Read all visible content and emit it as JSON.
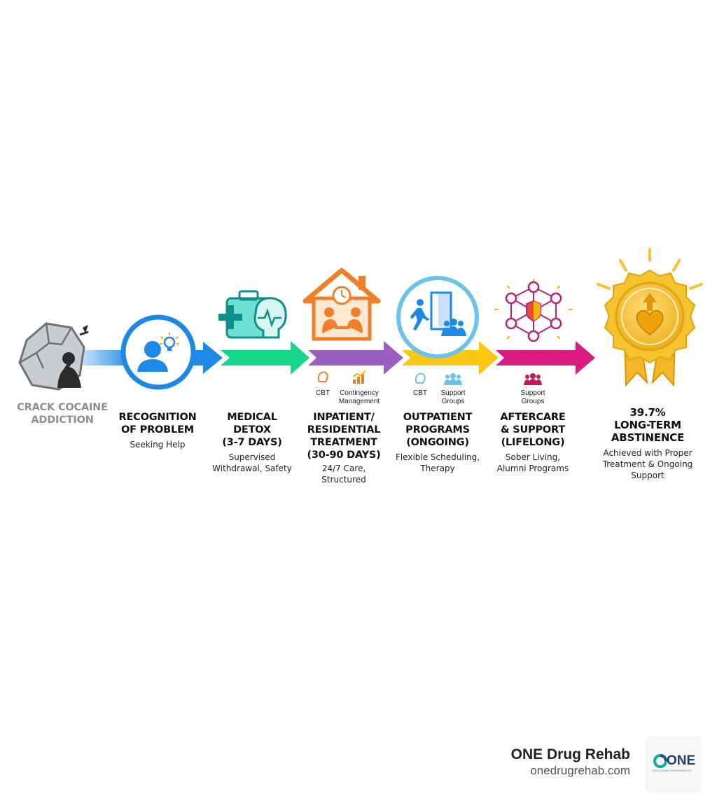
{
  "start": {
    "label": "CRACK COCAINE\nADDICTION"
  },
  "stages": [
    {
      "title": "RECOGNITION\nOF PROBLEM",
      "desc": "Seeking Help",
      "color": "#1e88e5"
    },
    {
      "title": "MEDICAL\nDETOX\n(3-7 DAYS)",
      "desc": "Supervised\nWithdrawal, Safety",
      "color": "#16d68a"
    },
    {
      "title": "INPATIENT/\nRESIDENTIAL\nTREATMENT\n(30-90 DAYS)",
      "desc": "24/7 Care,\nStructured",
      "color": "#9b5fc0",
      "tags": [
        "CBT",
        "Contingency\nManagement"
      ]
    },
    {
      "title": "OUTPATIENT\nPROGRAMS\n(ONGOING)",
      "desc": "Flexible Scheduling,\nTherapy",
      "color": "#f9c814",
      "tags": [
        "CBT",
        "Support\nGroups"
      ]
    },
    {
      "title": "AFTERCARE\n& SUPPORT\n(LIFELONG)",
      "desc": "Sober Living,\nAlumni Programs",
      "color": "#d81b7f",
      "tags": [
        "Support\nGroups"
      ]
    }
  ],
  "outcome": {
    "title": "39.7%\nLONG-TERM\nABSTINENCE",
    "desc": "Achieved with Proper\nTreatment & Ongoing\nSupport",
    "color": "#f2b82a"
  },
  "brand": {
    "name": "ONE Drug Rehab",
    "url": "onedrugrehab.com",
    "logo_text": "ONE",
    "logo_tagline": "OPEN NEW EXPERIENCES"
  },
  "icons": {
    "start": "cracked-rock-distressed-person-icon",
    "recognition": "person-lightbulb-icon",
    "detox": "medical-kit-brain-icon",
    "inpatient": "house-clock-people-icon",
    "outpatient": "walking-out-door-icon",
    "aftercare": "support-network-shield-icon",
    "outcome": "award-medal-heart-icon"
  }
}
